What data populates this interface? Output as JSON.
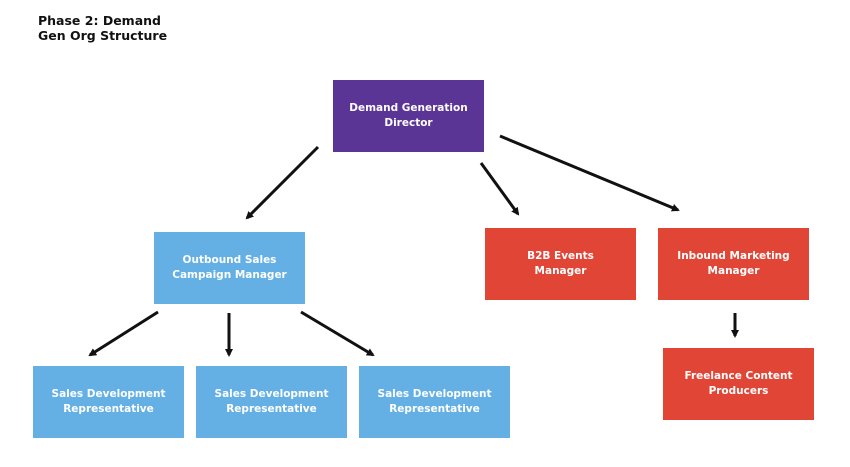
{
  "title": {
    "line1": "Phase 2: Demand",
    "line2": "Gen Org Structure"
  },
  "colors": {
    "director": "#5b3596",
    "outbound_team": "#64b0e4",
    "inbound_team": "#e14536",
    "arrow": "#111111"
  },
  "nodes": {
    "director": {
      "line1": "Demand Generation",
      "line2": "Director"
    },
    "outbound": {
      "line1": "Outbound Sales",
      "line2": "Campaign Manager"
    },
    "b2b": {
      "line1": "B2B Events",
      "line2": "Manager"
    },
    "inbound": {
      "line1": "Inbound Marketing",
      "line2": "Manager"
    },
    "sdr1": {
      "line1": "Sales Development",
      "line2": "Representative"
    },
    "sdr2": {
      "line1": "Sales Development",
      "line2": "Representative"
    },
    "sdr3": {
      "line1": "Sales Development",
      "line2": "Representative"
    },
    "freelance": {
      "line1": "Freelance Content",
      "line2": "Producers"
    }
  },
  "edges": [
    {
      "from": "director",
      "to": "outbound"
    },
    {
      "from": "director",
      "to": "b2b"
    },
    {
      "from": "director",
      "to": "inbound"
    },
    {
      "from": "outbound",
      "to": "sdr1"
    },
    {
      "from": "outbound",
      "to": "sdr2"
    },
    {
      "from": "outbound",
      "to": "sdr3"
    },
    {
      "from": "inbound",
      "to": "freelance"
    }
  ]
}
